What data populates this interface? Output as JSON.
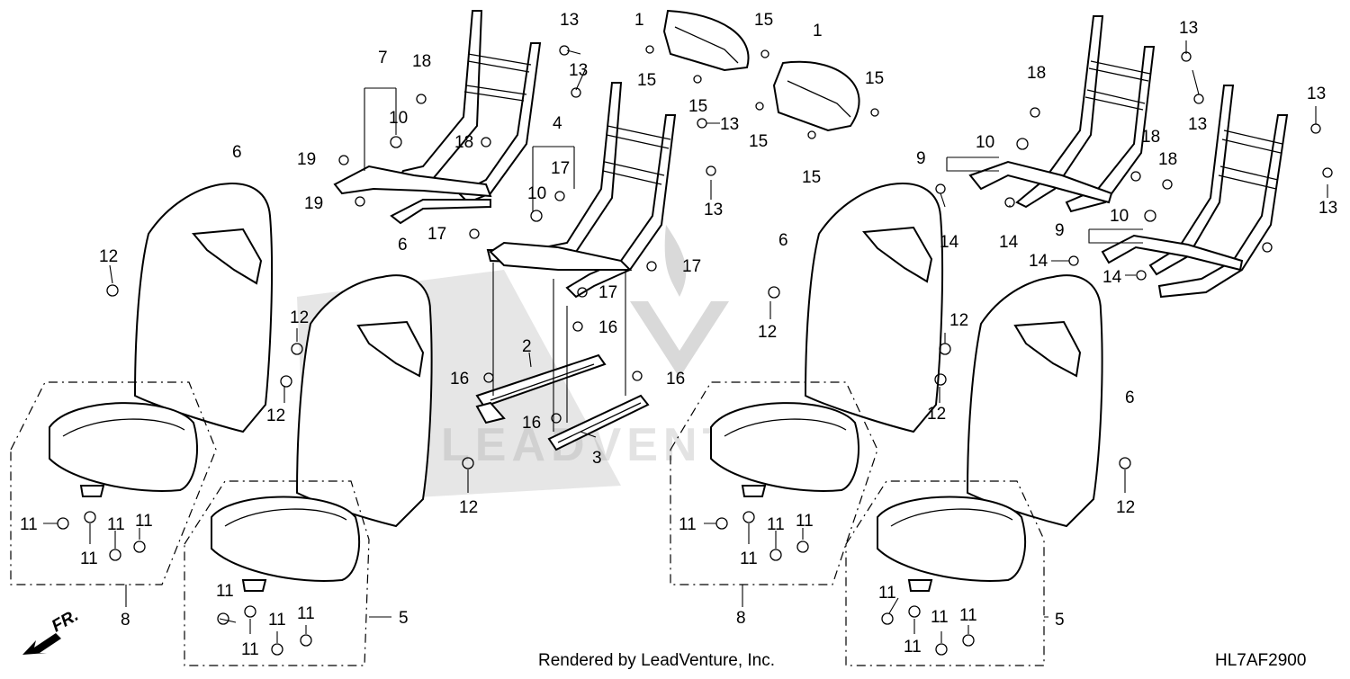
{
  "callouts": {
    "c1a": "1",
    "c1b": "1",
    "c2": "2",
    "c3": "3",
    "c4": "4",
    "c5a": "5",
    "c5b": "5",
    "c6a": "6",
    "c6b": "6",
    "c6c": "6",
    "c6d": "6",
    "c7": "7",
    "c8a": "8",
    "c8b": "8",
    "c9a": "9",
    "c9b": "9",
    "c10a": "10",
    "c10b": "10",
    "c10c": "10",
    "c10d": "10",
    "c11_1": "11",
    "c11_2": "11",
    "c11_3": "11",
    "c11_4": "11",
    "c11_5": "11",
    "c11_6": "11",
    "c11_7": "11",
    "c11_8": "11",
    "c11_9": "11",
    "c11_10": "11",
    "c11_11": "11",
    "c11_12": "11",
    "c11_13": "11",
    "c11_14": "11",
    "c11_15": "11",
    "c11_16": "11",
    "c12_1": "12",
    "c12_2": "12",
    "c12_3": "12",
    "c12_4": "12",
    "c12_5": "12",
    "c12_6": "12",
    "c12_7": "12",
    "c12_8": "12",
    "c13_1": "13",
    "c13_2": "13",
    "c13_3": "13",
    "c13_4": "13",
    "c13_5": "13",
    "c13_6": "13",
    "c13_7": "13",
    "c13_8": "13",
    "c14_1": "14",
    "c14_2": "14",
    "c14_3": "14",
    "c14_4": "14",
    "c15_1": "15",
    "c15_2": "15",
    "c15_3": "15",
    "c15_4": "15",
    "c15_5": "15",
    "c15_6": "15",
    "c16_1": "16",
    "c16_2": "16",
    "c16_3": "16",
    "c16_4": "16",
    "c17_1": "17",
    "c17_2": "17",
    "c17_3": "17",
    "c17_4": "17",
    "c18_1": "18",
    "c18_2": "18",
    "c18_3": "18",
    "c18_4": "18",
    "c18_5": "18",
    "c19_1": "19",
    "c19_2": "19"
  },
  "footer": {
    "rendered_by": "Rendered by LeadVenture, Inc.",
    "diagram_code": "HL7AF2900",
    "front_marker": "FR."
  },
  "watermark": {
    "text": "LEADVENTURE"
  },
  "colors": {
    "line": "#000000",
    "background": "#ffffff",
    "watermark": "#d9d9d9"
  }
}
